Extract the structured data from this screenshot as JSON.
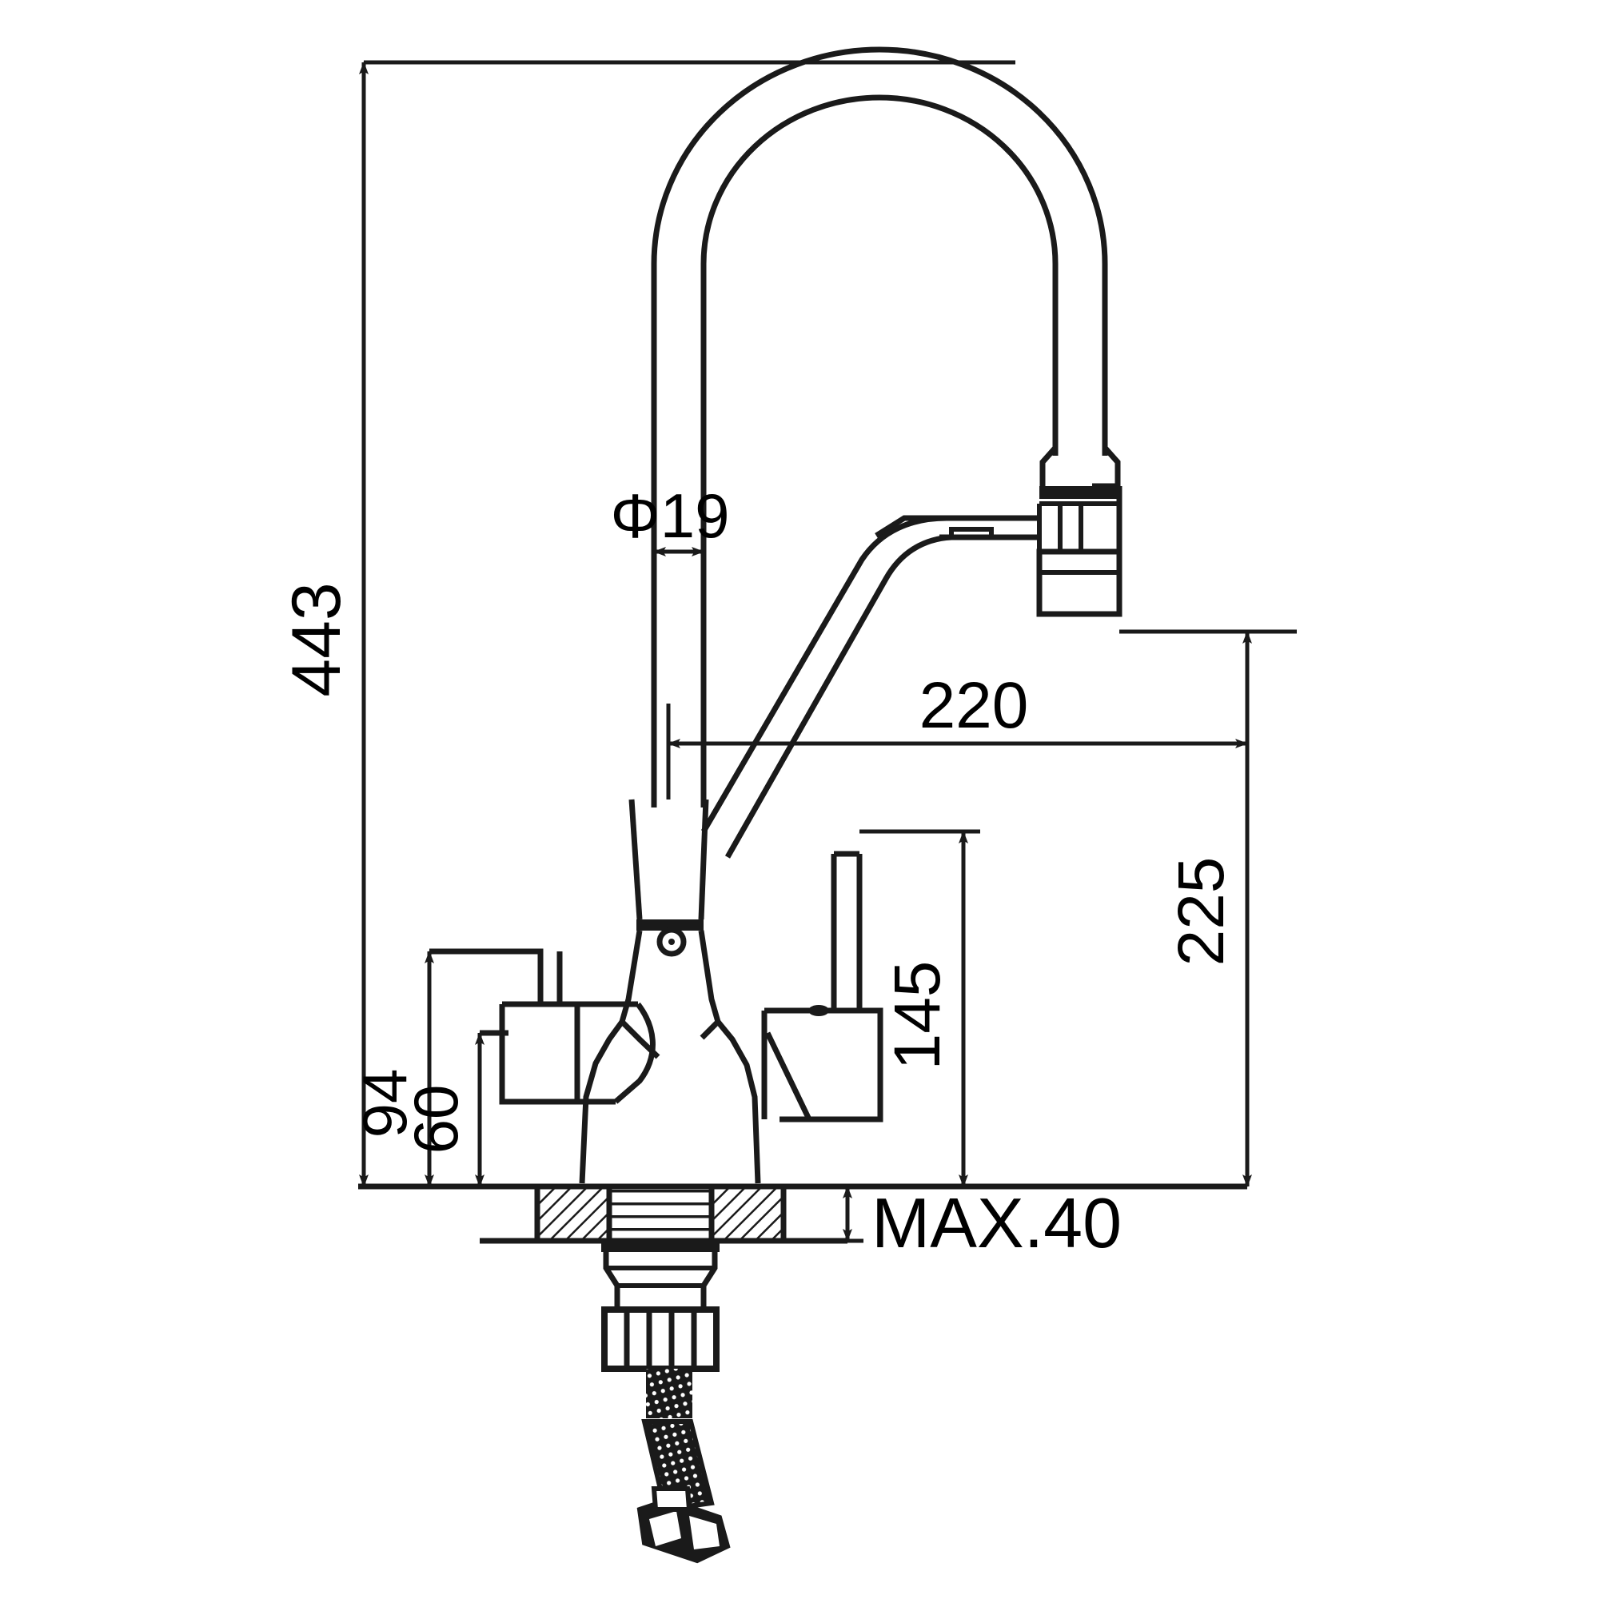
{
  "drawing": {
    "type": "technical-dimension-drawing",
    "subject": "kitchen mixer faucet with pull-down gooseneck spout, dual lever handles and filtered water outlet",
    "units": "mm",
    "view": "front elevation",
    "line_color": "#1a1a1a",
    "background_color": "#ffffff"
  },
  "dimensions": {
    "overall_height": "443",
    "tube_diameter": "Φ19",
    "spout_reach": "220",
    "spout_height": "225",
    "handle_height_right": "145",
    "handle_height_left_outer": "94",
    "handle_height_left_inner": "60",
    "max_deck_thickness": "MAX.40"
  },
  "labels": [
    {
      "id": "height-443",
      "text": "443",
      "meaning": "overall height from deck surface to top of gooseneck",
      "orientation": "vertical"
    },
    {
      "id": "diameter-19",
      "text": "Φ19",
      "meaning": "outside diameter of the gooseneck tube",
      "orientation": "horizontal"
    },
    {
      "id": "reach-220",
      "text": "220",
      "meaning": "horizontal reach from faucet centre to spout outlet",
      "orientation": "horizontal"
    },
    {
      "id": "spout-225",
      "text": "225",
      "meaning": "height of spout outlet above deck surface",
      "orientation": "vertical"
    },
    {
      "id": "handle-145",
      "text": "145",
      "meaning": "height of right lever handle above deck",
      "orientation": "vertical"
    },
    {
      "id": "handle-94",
      "text": "94",
      "meaning": "upper height of left lever handle above deck",
      "orientation": "vertical"
    },
    {
      "id": "handle-60",
      "text": "60",
      "meaning": "lower height of left lever handle above deck",
      "orientation": "vertical"
    },
    {
      "id": "deck-max40",
      "text": "MAX.40",
      "meaning": "maximum countertop / deck thickness",
      "orientation": "horizontal"
    }
  ],
  "components": [
    {
      "id": "gooseneck-tube",
      "name": "gooseneck spout tube"
    },
    {
      "id": "spout-head",
      "name": "spout head / aerator outlet"
    },
    {
      "id": "pulldown-arm",
      "name": "secondary angled outlet arm"
    },
    {
      "id": "body-column",
      "name": "tapered faucet body column"
    },
    {
      "id": "left-handle",
      "name": "left lever handle"
    },
    {
      "id": "right-handle",
      "name": "right lever handle"
    },
    {
      "id": "deck-plate",
      "name": "countertop / deck section (hatched)"
    },
    {
      "id": "threaded-shank",
      "name": "threaded mounting shank"
    },
    {
      "id": "lock-nut",
      "name": "knurled lock nut"
    },
    {
      "id": "supply-hose",
      "name": "flexible supply hose"
    },
    {
      "id": "hex-fitting",
      "name": "hex nut hose fitting"
    }
  ],
  "styles": {
    "text_size_large": "78",
    "text_size_small": "70"
  }
}
